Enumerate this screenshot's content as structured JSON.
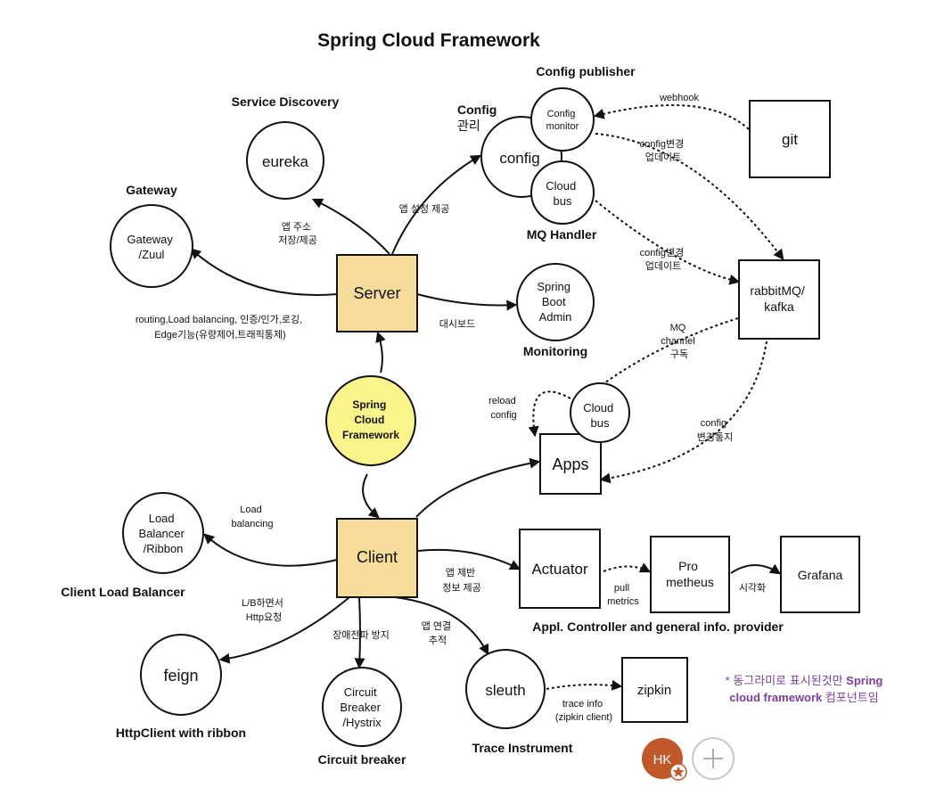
{
  "title": "Spring Cloud Framework",
  "nodes": {
    "eureka": "eureka",
    "gateway": [
      "Gateway",
      "/Zuul"
    ],
    "config": "config",
    "config_monitor": [
      "Config",
      "monitor"
    ],
    "cloud_bus_top": [
      "Cloud",
      "bus"
    ],
    "git": "git",
    "rabbitmq": [
      "rabbitMQ/",
      "kafka"
    ],
    "server": "Server",
    "spring_boot_admin": [
      "Spring",
      "Boot",
      "Admin"
    ],
    "spring_cloud_framework": [
      "Spring",
      "Cloud",
      "Framework"
    ],
    "cloud_bus_apps": [
      "Cloud",
      "bus"
    ],
    "apps": "Apps",
    "load_balancer": [
      "Load",
      "Balancer",
      "/Ribbon"
    ],
    "client": "Client",
    "actuator": "Actuator",
    "prometheus": [
      "Pro",
      "metheus"
    ],
    "grafana": "Grafana",
    "feign": "feign",
    "circuit_breaker": [
      "Circuit",
      "Breaker",
      "/Hystrix"
    ],
    "sleuth": "sleuth",
    "zipkin": "zipkin"
  },
  "section_labels": {
    "service_discovery": "Service Discovery",
    "gateway": "Gateway",
    "config_mgmt": [
      "Config",
      "관리"
    ],
    "config_publisher": "Config publisher",
    "mq_handler": "MQ Handler",
    "monitoring": "Monitoring",
    "client_lb": "Client Load Balancer",
    "appl_controller": "Appl. Controller and general info. provider",
    "httpclient": "HttpClient with ribbon",
    "circuit_breaker": "Circuit breaker",
    "trace": "Trace Instrument"
  },
  "edge_labels": {
    "webhook": "webhook",
    "config_update_1": [
      "config변경",
      "업데이트"
    ],
    "config_update_2": [
      "config변경",
      "업데이트"
    ],
    "app_config": "앱 설정 제공",
    "app_address": [
      "앱 주소",
      "저장/제공"
    ],
    "routing": [
      "routing,Load balancing, 인증/인가,로깅,",
      "Edge기능(유량제어,트래픽통제)"
    ],
    "dashboard": "대시보드",
    "mq_channel": [
      "MQ",
      "channel",
      "구독"
    ],
    "reload_config": [
      "reload",
      "config"
    ],
    "config_notify": [
      "config",
      "변경통지"
    ],
    "load_balancing": [
      "Load",
      "balancing"
    ],
    "app_info": [
      "앱 제반",
      "정보 제공"
    ],
    "pull_metrics": [
      "pull",
      "metrics"
    ],
    "visualize": "시각화",
    "lb_http": [
      "L/B하면서",
      "Http요청"
    ],
    "fault_prevent": "장애전파 방지",
    "app_trace": [
      "앱 연결",
      "추적"
    ],
    "trace_info": [
      "trace info",
      "(zipkin client)"
    ]
  },
  "footnote": {
    "line1_prefix": "* 동그라미로 표시된것만 ",
    "line1_bold": "Spring",
    "line2_bold": "cloud framework",
    "line2_suffix": " 컴포넌트임"
  },
  "avatar": {
    "initials": "HK",
    "color": "#c0582a"
  },
  "colors": {
    "box_fill": "#f5dc9a",
    "circle_fill": "#fbf58a",
    "note": "#7a3ea1"
  }
}
